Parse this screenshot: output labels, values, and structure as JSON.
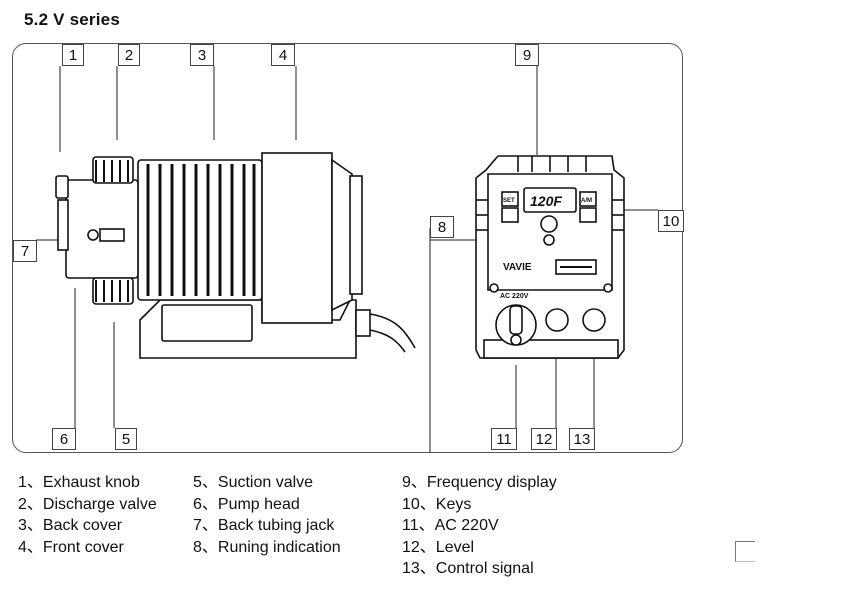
{
  "heading": "5.2  V series",
  "callouts": [
    "1",
    "2",
    "3",
    "4",
    "6",
    "5",
    "7",
    "8",
    "9",
    "10",
    "11",
    "12",
    "13"
  ],
  "device": {
    "display_text": "120F",
    "set_key": "SET",
    "am_key": "A/M",
    "brand": "VAVIE",
    "power_label": "AC 220V"
  },
  "legend": {
    "col1": [
      "1、Exhaust knob",
      "2、Discharge valve",
      "3、Back cover",
      "4、Front cover"
    ],
    "col2": [
      "5、Suction valve",
      "6、Pump  head",
      "7、Back  tubing  jack",
      "8、Runing indication"
    ],
    "col3": [
      "9、Frequency display",
      "10、Keys",
      "11、AC  220V",
      "12、Level",
      "13、Control signal"
    ]
  }
}
